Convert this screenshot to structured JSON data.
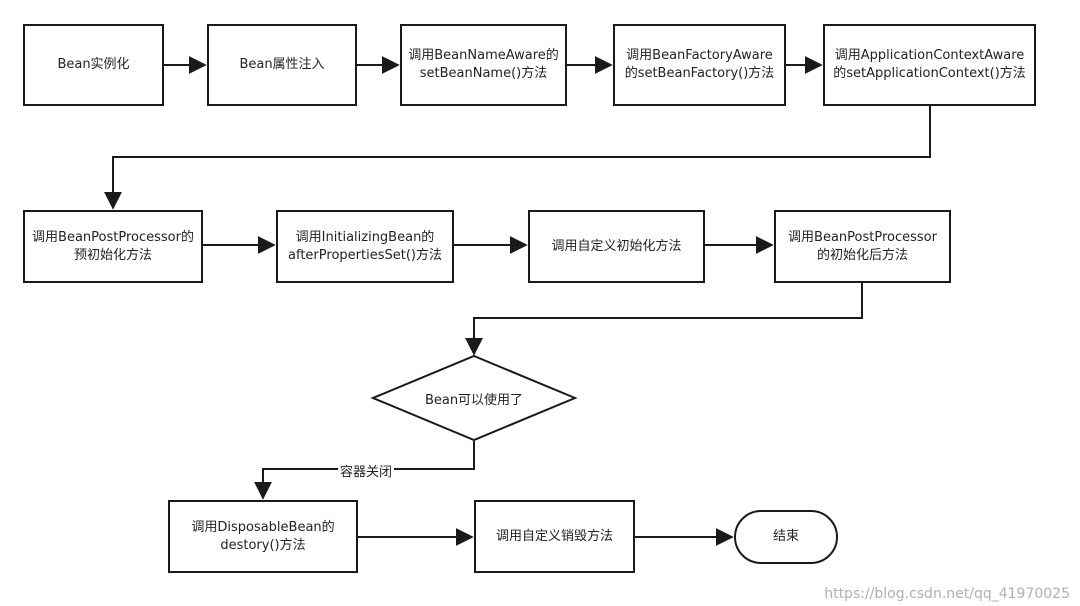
{
  "nodes": {
    "n1": "Bean实例化",
    "n2": "Bean属性注入",
    "n3": "调用BeanNameAware的setBeanName()方法",
    "n4": "调用BeanFactoryAware的setBeanFactory()方法",
    "n5": "调用ApplicationContextAware的setApplicationContext()方法",
    "n6": "调用BeanPostProcessor的预初始化方法",
    "n7": "调用InitializingBean的afterPropertiesSet()方法",
    "n8": "调用自定义初始化方法",
    "n9": "调用BeanPostProcessor的初始化后方法",
    "n10": "Bean可以使用了",
    "n11": "调用DisposableBean的destory()方法",
    "n12": "调用自定义销毁方法",
    "n13": "结束"
  },
  "edge_labels": {
    "close": "容器关闭"
  },
  "watermark": "https://blog.csdn.net/qq_41970025"
}
